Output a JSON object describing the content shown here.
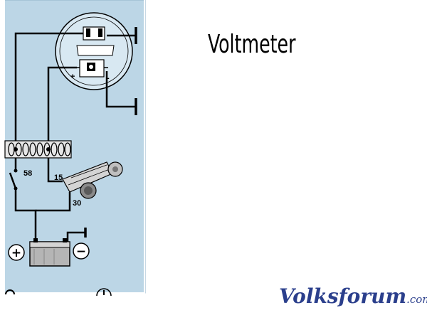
{
  "title": "Voltmeter",
  "watermark": {
    "main": "Volksforum",
    "suffix": ".com"
  },
  "terminals": {
    "t58": "58",
    "t15": "15",
    "t30": "30"
  },
  "battery": {
    "positive": "+",
    "negative": "−"
  },
  "colors": {
    "panel": "#bcd6e6",
    "panel_edge": "#8fb2c8",
    "wire": "#000000",
    "watermark": "#2b3f8c"
  }
}
